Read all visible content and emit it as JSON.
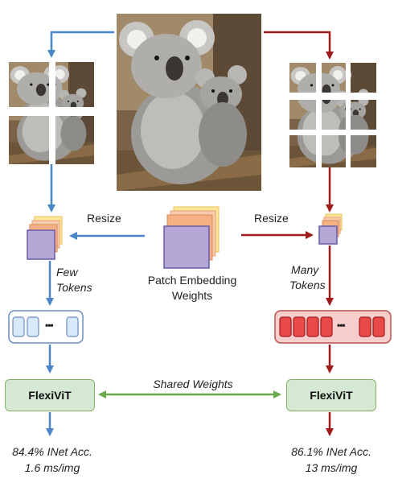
{
  "labels": {
    "resize_left": "Resize",
    "resize_right": "Resize",
    "few_tokens_line1": "Few",
    "few_tokens_line2": "Tokens",
    "many_tokens_line1": "Many",
    "many_tokens_line2": "Tokens",
    "patch_embedding_line1": "Patch Embedding",
    "patch_embedding_line2": "Weights",
    "shared_weights": "Shared Weights",
    "model_left": "FlexiViT",
    "model_right": "FlexiViT",
    "token_ellipsis_left": "•••",
    "token_ellipsis_right": "•••"
  },
  "results": {
    "left_line1": "84.4% INet Acc.",
    "left_line2": "1.6 ms/img",
    "right_line1": "86.1% INet Acc.",
    "right_line2": "13 ms/img"
  },
  "colors": {
    "blue_arrow": "#4a86c8",
    "red_arrow": "#a01c1c",
    "green_arrow": "#6aaa4c",
    "token_blue_fill": "#dae8fc",
    "token_blue_stroke": "#6c8ebf",
    "token_red_fill": "#f8cecc",
    "token_red_stroke": "#b85450",
    "patch_purple": "#b4a7d6",
    "patch_stack": [
      "#f4b183",
      "#f8cbad",
      "#ffe699"
    ]
  },
  "icons": {
    "photo": "koala-photo",
    "patch_grid_small": "koala-4-patch-grid",
    "patch_grid_large": "koala-9-patch-grid"
  }
}
